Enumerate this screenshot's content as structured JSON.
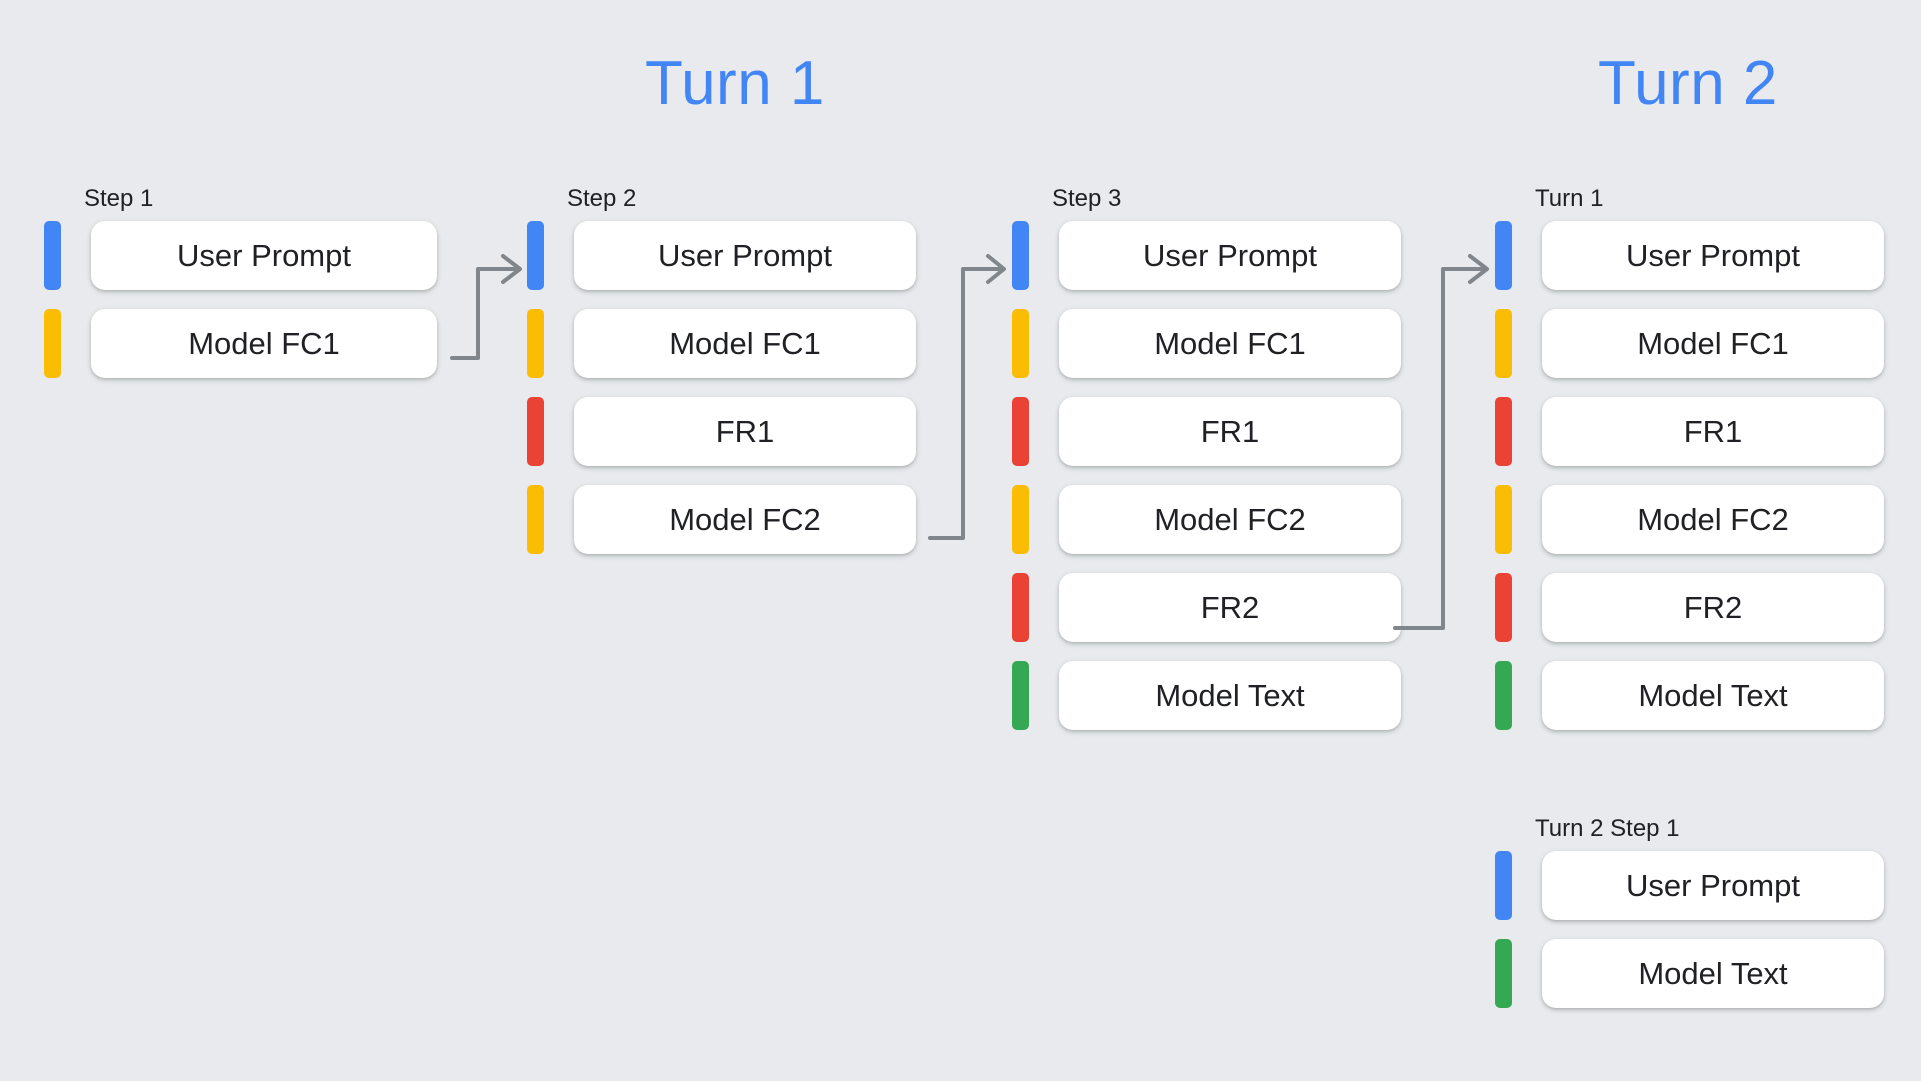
{
  "background_color": "#E8EAED",
  "palette": {
    "blue": "#4285F4",
    "yellow": "#FBBC04",
    "red": "#EA4335",
    "green": "#34A853",
    "connector_gray": "#80868B",
    "card_white": "#FFFFFF",
    "text_dark": "#202124",
    "title_blue": "#4285F4"
  },
  "titles": {
    "turn1": "Turn 1",
    "turn2": "Turn 2"
  },
  "columns": [
    {
      "id": "step1",
      "label": "Step 1",
      "rows": [
        {
          "bar": "blue",
          "text": "User Prompt"
        },
        {
          "bar": "yellow",
          "text": "Model FC1"
        }
      ]
    },
    {
      "id": "step2",
      "label": "Step 2",
      "rows": [
        {
          "bar": "blue",
          "text": "User Prompt"
        },
        {
          "bar": "yellow",
          "text": "Model FC1"
        },
        {
          "bar": "red",
          "text": "FR1"
        },
        {
          "bar": "yellow",
          "text": "Model FC2"
        }
      ]
    },
    {
      "id": "step3",
      "label": "Step 3",
      "rows": [
        {
          "bar": "blue",
          "text": "User Prompt"
        },
        {
          "bar": "yellow",
          "text": "Model FC1"
        },
        {
          "bar": "red",
          "text": "FR1"
        },
        {
          "bar": "yellow",
          "text": "Model FC2"
        },
        {
          "bar": "red",
          "text": "FR2"
        },
        {
          "bar": "green",
          "text": "Model Text"
        }
      ]
    },
    {
      "id": "turn2-turn1",
      "label": "Turn 1",
      "rows": [
        {
          "bar": "blue",
          "text": "User Prompt"
        },
        {
          "bar": "yellow",
          "text": "Model FC1"
        },
        {
          "bar": "red",
          "text": "FR1"
        },
        {
          "bar": "yellow",
          "text": "Model FC2"
        },
        {
          "bar": "red",
          "text": "FR2"
        },
        {
          "bar": "green",
          "text": "Model Text"
        }
      ]
    },
    {
      "id": "turn2-step1",
      "label": "Turn 2 Step 1",
      "rows": [
        {
          "bar": "blue",
          "text": "User Prompt"
        },
        {
          "bar": "green",
          "text": "Model Text"
        }
      ]
    }
  ]
}
